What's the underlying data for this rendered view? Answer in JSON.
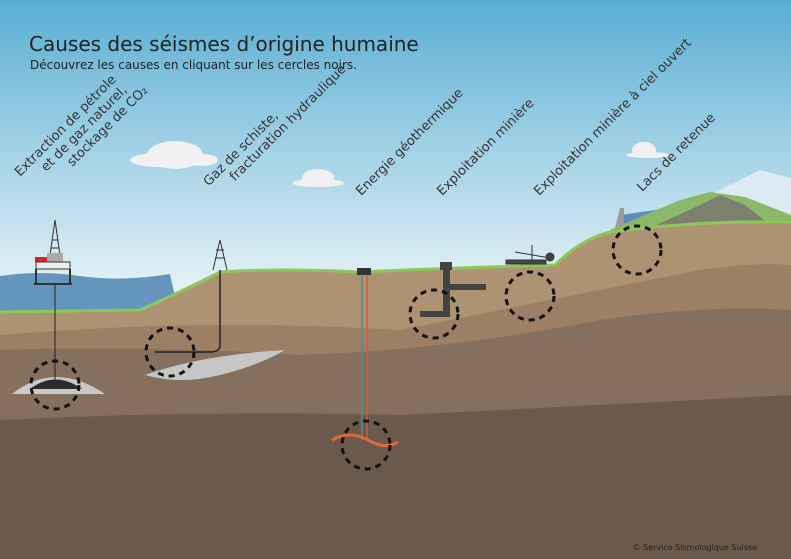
{
  "header": {
    "title": "Causes des séismes d’origine humaine",
    "subtitle": "Découvrez les causes en cliquant sur les cercles noirs."
  },
  "causes": [
    {
      "lines": [
        "Extraction de pétrole",
        "et de gaz naturel,",
        "stockage de CO₂"
      ]
    },
    {
      "lines": [
        "Gaz de schiste,",
        "fracturation hydraulique"
      ]
    },
    {
      "lines": [
        "Energie géothermique"
      ]
    },
    {
      "lines": [
        "Exploitation minière"
      ]
    },
    {
      "lines": [
        "Exploitation minière à ciel ouvert"
      ]
    },
    {
      "lines": [
        "Lacs de retenue"
      ]
    }
  ],
  "footer": {
    "credit": "© Service Sismologique Suisse"
  },
  "colors": {
    "sky_top": "#5aaed3",
    "sky_bottom": "#eaf4f8",
    "sea": "#6496bd",
    "grass": "#8cc75a",
    "layer1": "#ae9373",
    "layer2": "#9c7f64",
    "layer3": "#85705e",
    "layer4": "#6b5a4c"
  }
}
